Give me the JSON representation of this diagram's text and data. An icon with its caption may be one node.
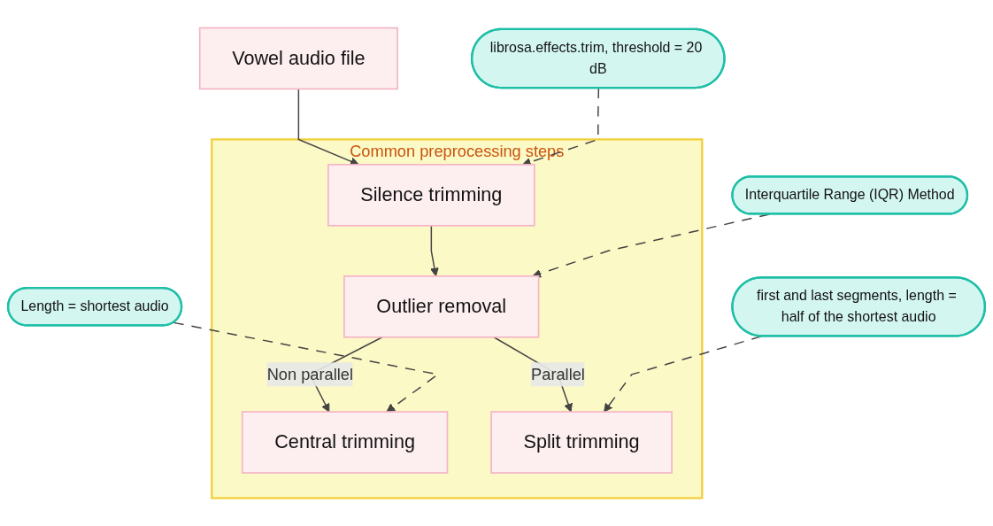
{
  "diagram": {
    "nodes": [
      {
        "text": [
          "Vowel audio file"
        ]
      },
      {
        "text": [
          "Common preprocessing steps"
        ]
      },
      {
        "text": [
          "Silence trimming"
        ],
        "in": 1
      },
      {
        "text": [
          "Outlier removal"
        ],
        "in": 1
      },
      {
        "text": [
          "Central trimming"
        ],
        "in": 1
      },
      {
        "text": [
          "Split trimming"
        ],
        "in": 1
      },
      {
        "text": [
          "librosa.effects.trim, threshold = 20 dB"
        ]
      },
      {
        "text": [
          "Interquartile Range (IQR) Method"
        ]
      },
      {
        "text": [
          "Length = shortest audio"
        ]
      },
      {
        "text": [
          "first and last segments, length = half of the shortest audio"
        ]
      }
    ],
    "edges": [
      {
        "from": 0,
        "to": 2,
        "arrow": "to"
      },
      {
        "from": 2,
        "to": 3,
        "arrow": "to"
      },
      {
        "from": 3,
        "to": 4,
        "arrow": "to",
        "label": "Non parallel"
      },
      {
        "from": 3,
        "to": 5,
        "arrow": "to",
        "label": "Parallel"
      },
      {
        "from": 6,
        "to": 2,
        "arrow": "to",
        "style": "dashed"
      },
      {
        "from": 7,
        "to": 3,
        "arrow": "to",
        "style": "dashed"
      },
      {
        "from": 8,
        "to": 4,
        "arrow": "to",
        "style": "dashed"
      },
      {
        "from": 9,
        "to": 5,
        "arrow": "to",
        "style": "dashed"
      }
    ]
  }
}
